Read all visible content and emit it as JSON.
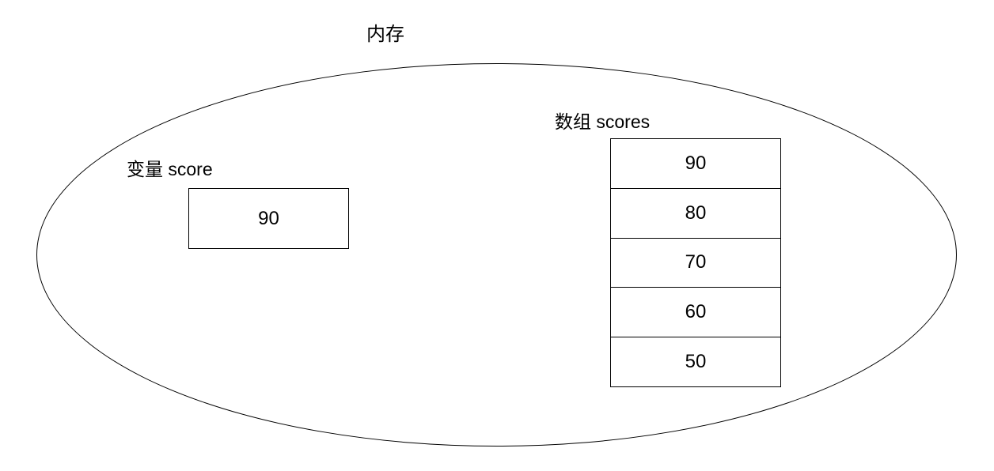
{
  "title": "内存",
  "variable": {
    "label": "变量 score",
    "value": "90"
  },
  "array": {
    "label": "数组 scores",
    "cells": [
      "90",
      "80",
      "70",
      "60",
      "50"
    ]
  },
  "colors": {
    "stroke": "#000000",
    "background": "#ffffff",
    "text": "#000000"
  }
}
